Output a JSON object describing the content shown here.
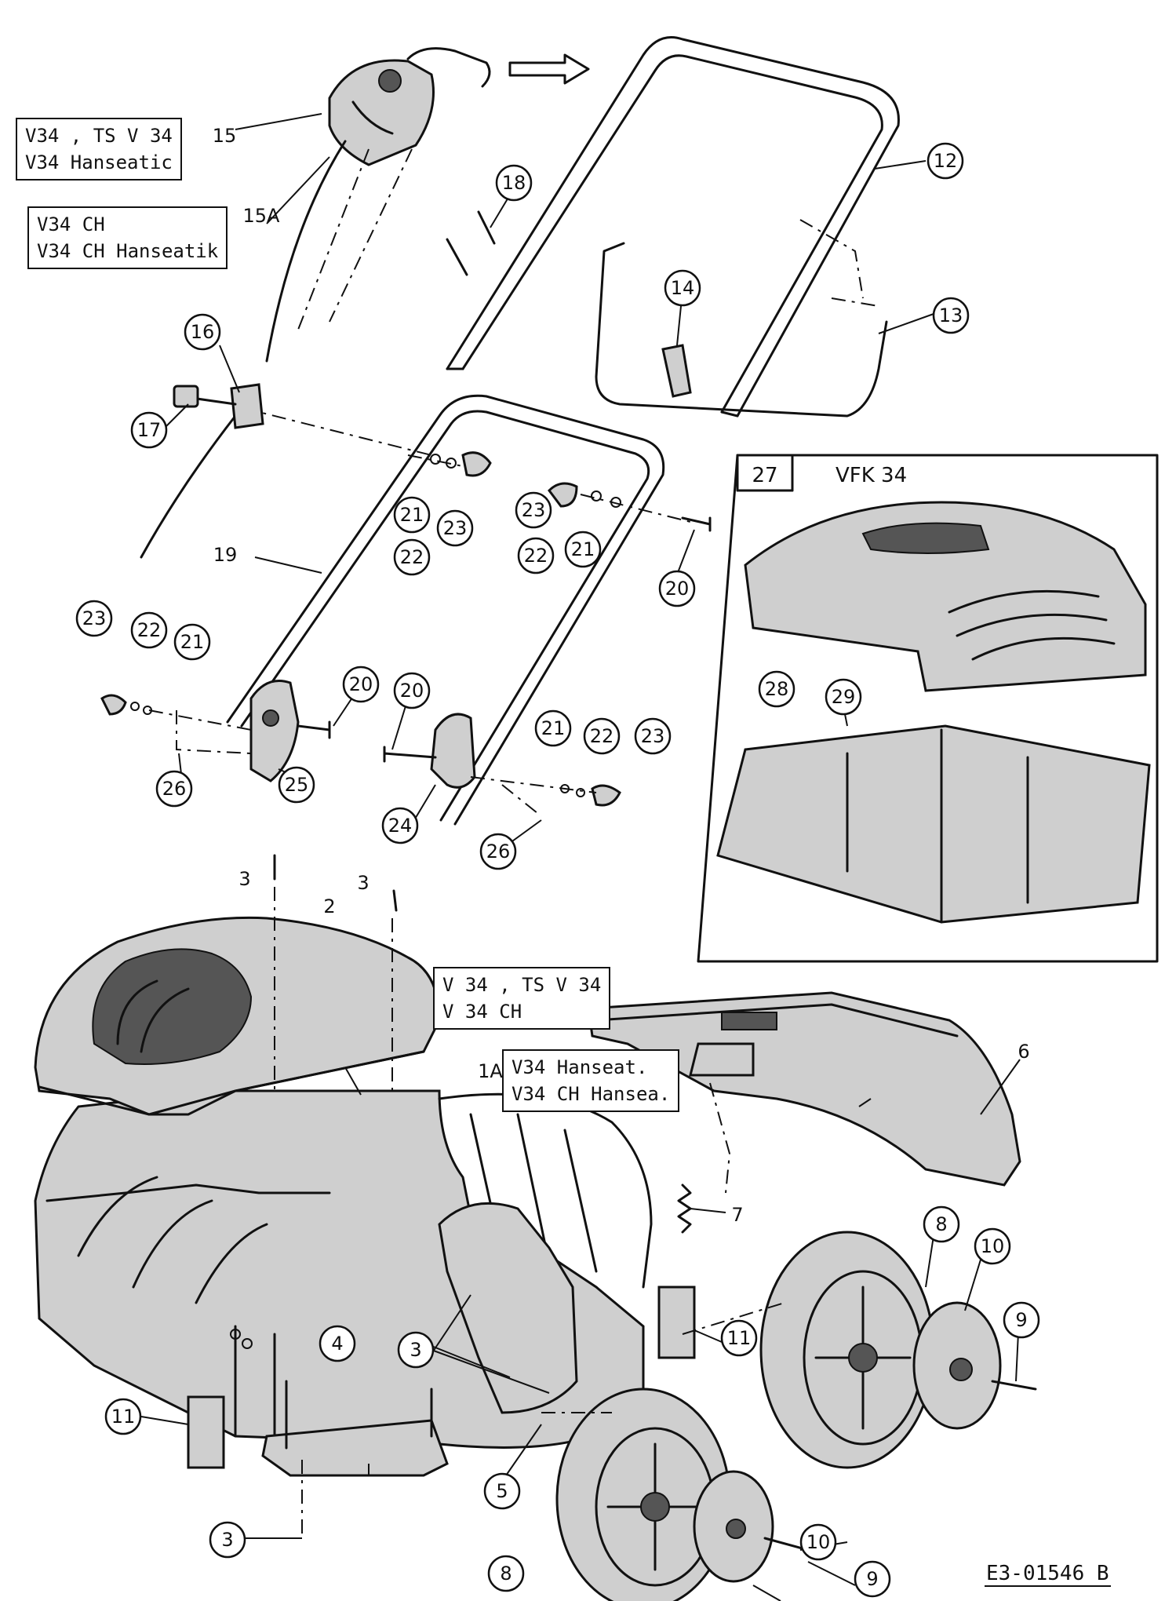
{
  "variant_boxes": {
    "top": [
      "V34 , TS V 34",
      "V34 Hanseatic"
    ],
    "ch": [
      "V34 CH",
      "V34 CH Hanseatik"
    ],
    "mid": [
      "V 34 , TS V 34",
      "V 34 CH"
    ],
    "hansea": [
      "V34 Hanseat.",
      "V34 CH Hansea."
    ]
  },
  "inset": {
    "number": "27",
    "title": "VFK 34"
  },
  "callouts": [
    "1A",
    "2",
    "3",
    "4",
    "5",
    "6",
    "7",
    "8",
    "9",
    "10",
    "11",
    "12",
    "13",
    "14",
    "15",
    "15A",
    "16",
    "17",
    "18",
    "19",
    "20",
    "21",
    "22",
    "23",
    "24",
    "25",
    "26",
    "28",
    "29"
  ],
  "drawing_ref": "E3-01546 B"
}
